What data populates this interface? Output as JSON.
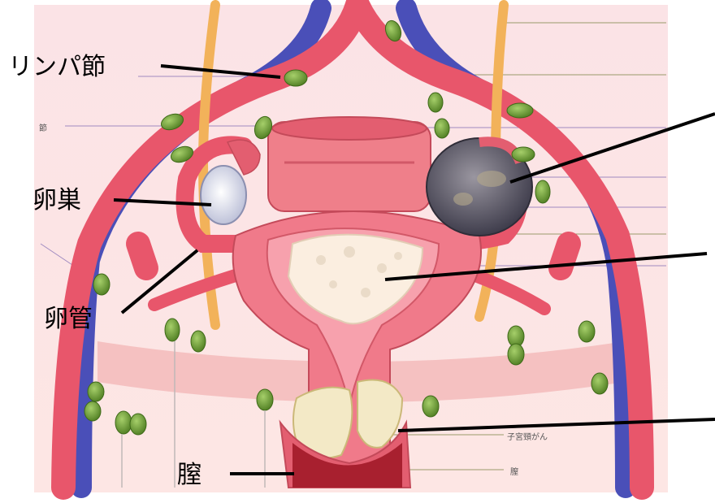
{
  "labels": {
    "lymph_node": "リンパ節",
    "ovary": "卵巣",
    "fallopian_tube": "卵管",
    "vagina": "膣"
  },
  "faint_labels": {
    "lymph_node_small": "節",
    "cervical_cancer": "子宮頸がん",
    "vagina_small": "膣"
  },
  "colors": {
    "artery": "#e8566b",
    "vein": "#4a4fb8",
    "ureter": "#f2b25a",
    "uterus": "#f07a8a",
    "lymph_node": "#7aa83c",
    "tumor_ovary": "#6d6a7a",
    "tumor_uterus": "#fbeee0"
  }
}
